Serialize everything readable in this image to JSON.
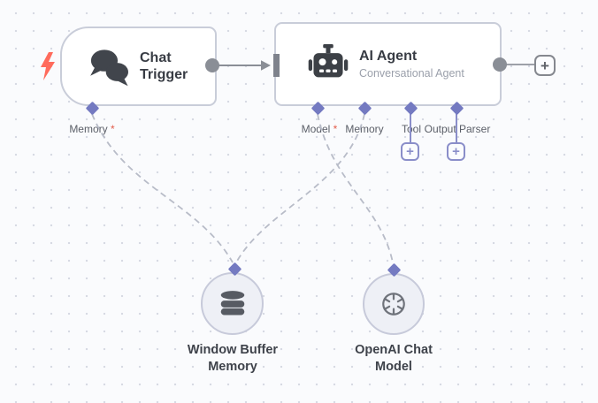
{
  "canvas": {
    "type": "workflow-editor",
    "colors": {
      "canvas_bg": "#fafbfd",
      "grid_dot": "#d7dae3",
      "node_border": "#c9cdd9",
      "node_fill": "#ffffff",
      "accent_connector": "#747ac1",
      "dashed_wire": "#b8bcc8",
      "solid_wire": "#8a8e96",
      "trigger_bolt": "#ff6b5c",
      "required_asterisk": "#e25c4a"
    }
  },
  "nodes": {
    "chat_trigger": {
      "title": "Chat Trigger",
      "ports": {
        "memory": {
          "label": "Memory",
          "required_marker": "*"
        }
      }
    },
    "ai_agent": {
      "title": "AI Agent",
      "subtitle": "Conversational Agent",
      "ports": {
        "model": {
          "label": "Model",
          "required_marker": "*"
        },
        "memory": {
          "label": "Memory"
        },
        "tool": {
          "label": "Tool"
        },
        "output_parser": {
          "label": "Output Parser"
        }
      }
    },
    "window_buffer_memory": {
      "title": "Window Buffer Memory"
    },
    "openai_chat_model": {
      "title": "OpenAI Chat Model"
    }
  },
  "icons": {
    "plus": "+"
  },
  "connections": [
    {
      "from": "chat_trigger.main",
      "to": "ai_agent.main",
      "style": "solid"
    },
    {
      "from": "chat_trigger.memory",
      "to": "window_buffer_memory",
      "style": "dashed"
    },
    {
      "from": "ai_agent.memory",
      "to": "window_buffer_memory",
      "style": "dashed"
    },
    {
      "from": "ai_agent.model",
      "to": "openai_chat_model",
      "style": "dashed"
    }
  ]
}
